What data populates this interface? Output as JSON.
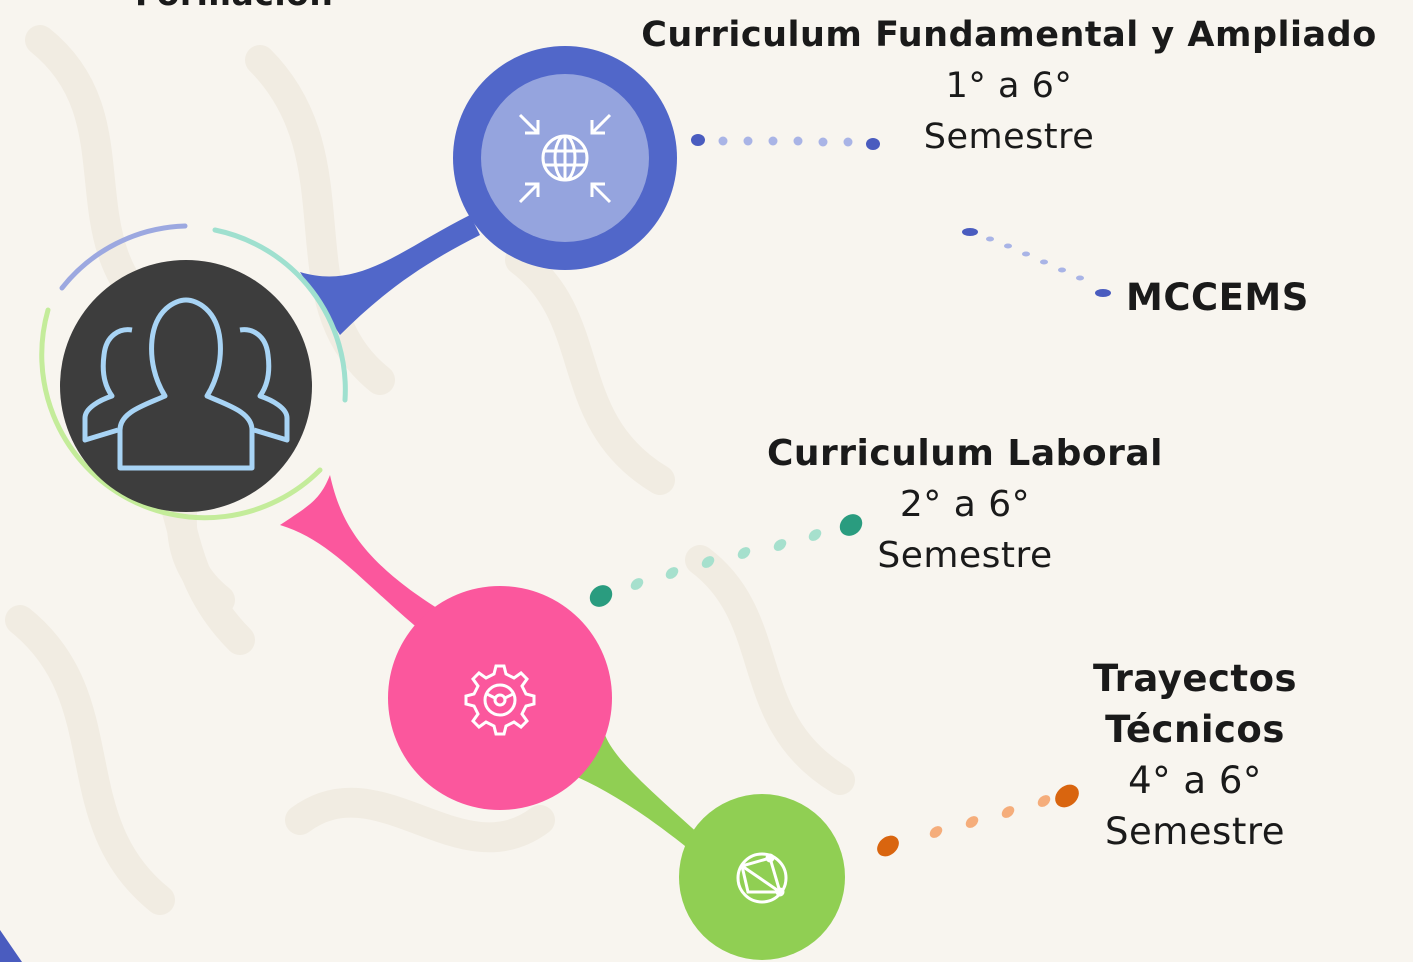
{
  "header": {
    "title": "Formación"
  },
  "nodes": {
    "center": {
      "icon": "users-group-icon",
      "color": "#3d3d3d",
      "icon_color": "#a8d4f5"
    },
    "fundamental": {
      "icon": "globe-arrows-icon",
      "color": "#5167c9",
      "inner_color": "#95a4de"
    },
    "laboral": {
      "icon": "gear-icon",
      "color": "#fb579d"
    },
    "tecnicos": {
      "icon": "network-globe-icon",
      "color": "#90cf53"
    }
  },
  "labels": {
    "curriculum_fundamental": {
      "title": "Curriculum Fundamental y Ampliado",
      "range": "1° a 6°",
      "period": "Semestre"
    },
    "mccems": {
      "title": "MCCEMS"
    },
    "curriculum_laboral": {
      "title": "Curriculum Laboral",
      "range": "2° a 6°",
      "period": "Semestre"
    },
    "trayectos": {
      "title_line1": "Trayectos",
      "title_line2": "Técnicos",
      "range": "4° a 6°",
      "period": "Semestre"
    }
  },
  "colors": {
    "blue_accent": "#4a5cbf",
    "teal_accent": "#2a9c7f",
    "orange_accent": "#d9650f",
    "ring_lavender": "#9ca8e0",
    "ring_teal": "#9fe0cf",
    "ring_lime": "#c4ec9a"
  }
}
